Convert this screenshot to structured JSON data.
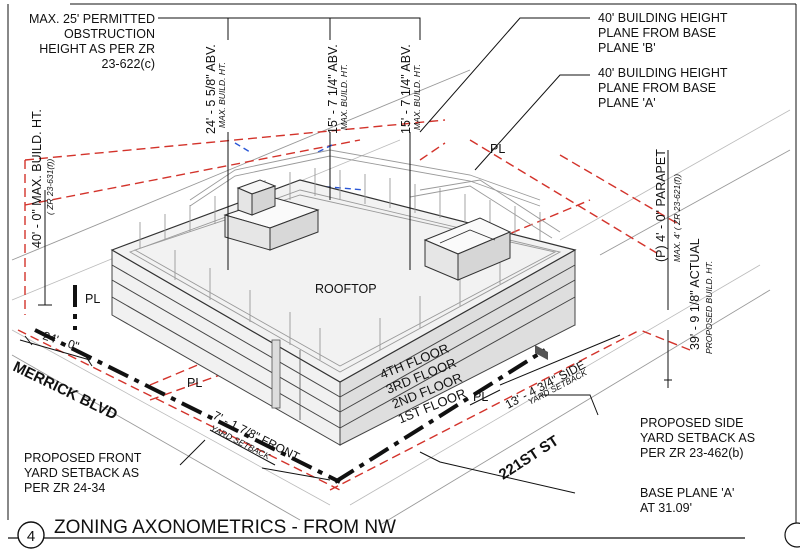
{
  "drawing": {
    "callout_obstruction": "MAX. 25' PERMITTED OBSTRUCTION HEIGHT AS PER ZR 23-622(c)",
    "callout_obstruction_lines": [
      "MAX. 25' PERMITTED",
      "OBSTRUCTION",
      "HEIGHT AS PER ZR",
      "23-622(c)"
    ],
    "callout_plane_b_lines": [
      "40' BUILDING HEIGHT",
      "PLANE FROM BASE",
      "PLANE 'B'"
    ],
    "callout_plane_a_lines": [
      "40' BUILDING HEIGHT",
      "PLANE FROM BASE",
      "PLANE 'A'"
    ],
    "max_build_ht": "40' - 0\" MAX. BUILD. HT.",
    "max_build_ht_ref": "( ZR 23-631(f))",
    "dim_24_5": "24' - 5 5/8\" ABV.",
    "dim_24_5_sub": "MAX. BUILD. HT.",
    "dim_15_a": "15' - 7 1/4\" ABV.",
    "dim_15_a_sub": "MAX. BUILD. HT.",
    "dim_15_b": "15' - 7 1/4\" ABV.",
    "dim_15_b_sub": "MAX. BUILD. HT.",
    "parapet": "(P) 4' - 0\" PARAPET",
    "parapet_sub": "MAX. 4' ( ZR 23-621(f))",
    "actual_ht": "39' - 9 1/8\" ACTUAL",
    "actual_ht_sub": "PROPOSED BUILD. HT.",
    "pl_label": "PL",
    "dim_24": "24' - 0\"",
    "street_merrick": "MERRICK BLVD",
    "street_221": "221ST ST",
    "rooftop": "ROOFTOP",
    "floors": [
      "4TH FLOOR",
      "3RD FLOOR",
      "2ND FLOOR",
      "1ST FLOOR"
    ],
    "front_setback": "7' - 1 7/8\" FRONT",
    "front_setback_sub": "YARD SETBACK",
    "side_setback": "13' - 4 3/4\" SIDE",
    "side_setback_sub": "YARD SETBACK",
    "callout_front_lines": [
      "PROPOSED FRONT",
      "YARD SETBACK AS",
      "PER ZR 24-34"
    ],
    "callout_side_lines": [
      "PROPOSED SIDE",
      "YARD SETBACK AS",
      "PER ZR 23-462(b)"
    ],
    "callout_base_lines": [
      "BASE PLANE 'A'",
      "AT 31.09'"
    ],
    "view_number": "4",
    "view_title": "ZONING AXONOMETRICS - FROM NW"
  },
  "colors": {
    "zoning_plane": "#d3332b",
    "height_plane": "#2a57d6",
    "ink": "#111111"
  }
}
